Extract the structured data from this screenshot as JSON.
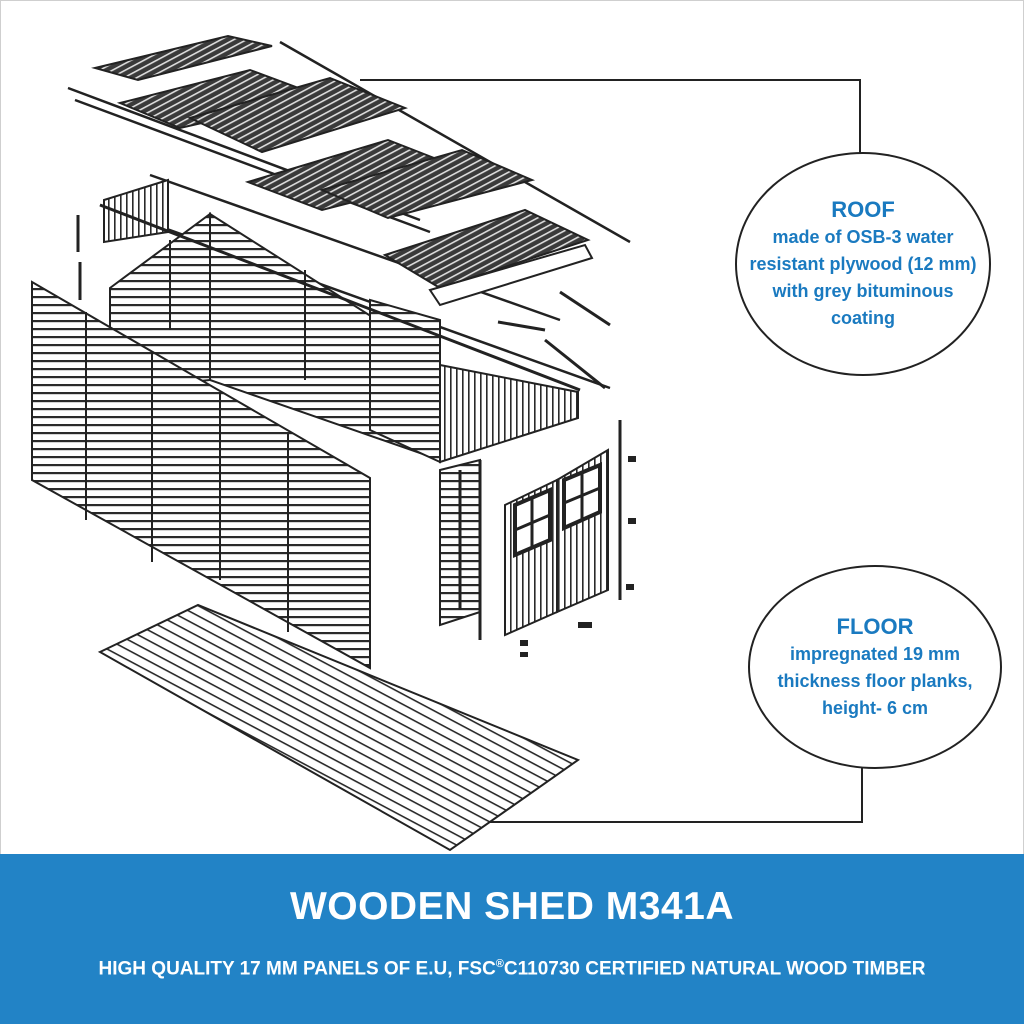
{
  "callouts": {
    "roof": {
      "title": "ROOF",
      "lines": [
        "made of OSB-3 water",
        "resistant plywood (12 mm)",
        "with grey bituminous",
        "coating"
      ]
    },
    "floor": {
      "title": "FLOOR",
      "lines": [
        "impregnated 19 mm",
        "thickness floor planks,",
        "height- 6 cm"
      ]
    }
  },
  "banner": {
    "title": "WOODEN SHED M341A",
    "subtitle_prefix": "HIGH QUALITY 17 MM PANELS OF E.U, FSC",
    "subtitle_mark": "®",
    "subtitle_suffix": "C110730 CERTIFIED NATURAL WOOD TIMBER",
    "color": "#2283c6"
  },
  "colors": {
    "callout_text": "#1a7ac0",
    "line_art": "#222222"
  }
}
